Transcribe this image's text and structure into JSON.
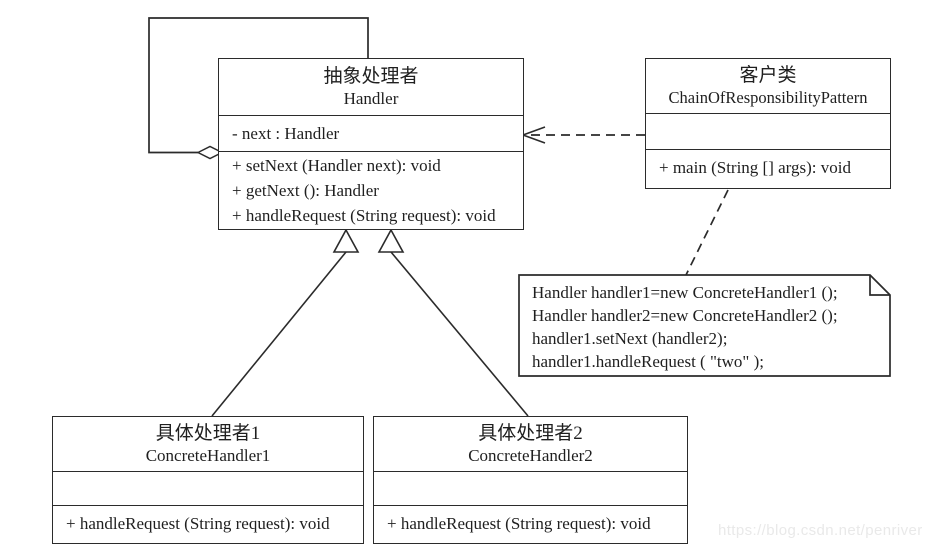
{
  "colors": {
    "line": "#2b2b2b",
    "text": "#1f1f1f",
    "background": "#ffffff",
    "watermark": "#e9e9e9"
  },
  "classes": {
    "abstract_handler": {
      "name_cn": "抽象处理者",
      "name_en": "Handler",
      "attributes": [
        "- next : Handler"
      ],
      "methods": [
        "+ setNext (Handler next): void",
        "+ getNext (): Handler",
        "+ handleRequest (String request): void"
      ]
    },
    "client": {
      "name_cn": "客户类",
      "name_en": "ChainOfResponsibilityPattern",
      "attributes": [],
      "methods": [
        "+ main (String [] args): void"
      ]
    },
    "concrete_handler_1": {
      "name_cn": "具体处理者1",
      "name_en": "ConcreteHandler1",
      "attributes": [],
      "methods": [
        "+ handleRequest (String request): void"
      ]
    },
    "concrete_handler_2": {
      "name_cn": "具体处理者2",
      "name_en": "ConcreteHandler2",
      "attributes": [],
      "methods": [
        "+ handleRequest (String request): void"
      ]
    }
  },
  "note": {
    "lines": [
      "Handler handler1=new ConcreteHandler1 ();",
      "Handler handler2=new ConcreteHandler2 ();",
      "handler1.setNext (handler2);",
      "handler1.handleRequest (  \"two\"  );"
    ]
  },
  "relationships": {
    "aggregation": "Handler self-aggregation (next)",
    "dependency": "Client depends on Handler",
    "generalization_1": "ConcreteHandler1 extends Handler",
    "generalization_2": "ConcreteHandler2 extends Handler"
  },
  "watermark": "https://blog.csdn.net/penriver"
}
